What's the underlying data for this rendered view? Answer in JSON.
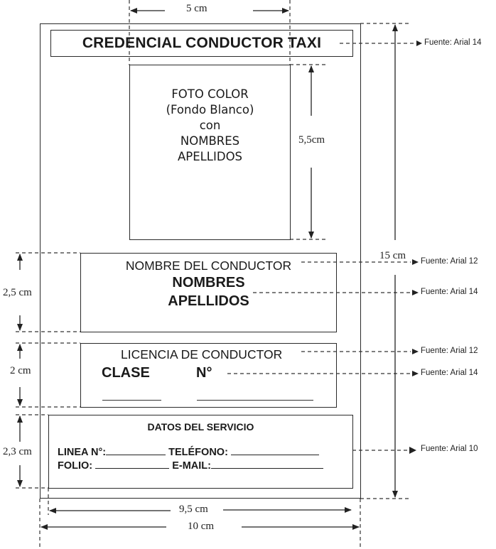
{
  "credential": {
    "title": "CREDENCIAL CONDUCTOR TAXI",
    "photo": {
      "lines": [
        "FOTO COLOR",
        "(Fondo Blanco)",
        "con",
        "NOMBRES",
        "APELLIDOS"
      ]
    },
    "driver_name": {
      "label": "NOMBRE DEL CONDUCTOR",
      "name_line1": "NOMBRES",
      "name_line2": "APELLIDOS"
    },
    "license": {
      "label": "LICENCIA DE CONDUCTOR",
      "class_label": "CLASE",
      "number_label": "N°"
    },
    "service": {
      "title": "DATOS DEL SERVICIO",
      "line_label": "LINEA N°:",
      "phone_label": "TELÉFONO:",
      "folio_label": "FOLIO:",
      "email_label": "E-MAIL:"
    }
  },
  "dimensions": {
    "photo_width": "5 cm",
    "photo_height": "5,5cm",
    "card_height": "15 cm",
    "name_box_height": "2,5 cm",
    "license_box_height": "2 cm",
    "service_box_height": "2,3 cm",
    "inner_width": "9,5 cm",
    "card_width": "10 cm"
  },
  "font_notes": {
    "title": "Fuente: Arial 14",
    "name_label": "Fuente: Arial 12",
    "name_value": "Fuente: Arial 14",
    "license_label": "Fuente: Arial 12",
    "license_fields": "Fuente: Arial 14",
    "service": "Fuente: Arial 10"
  }
}
